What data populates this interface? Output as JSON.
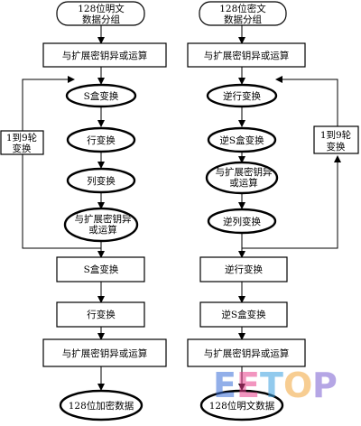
{
  "encrypt": {
    "start": [
      "128位明文",
      "数据分组"
    ],
    "initial_xor": "与扩展密钥异或运算",
    "round_sub": "S盒变换",
    "round_shift": "行变换",
    "round_mix": "列变换",
    "round_xor": [
      "与扩展密钥异",
      "或运算"
    ],
    "loop": [
      "1到9轮",
      "变换"
    ],
    "final_sub": "S盒变换",
    "final_shift": "行变换",
    "final_xor": "与扩展密钥异或运算",
    "end": "128位加密数据"
  },
  "decrypt": {
    "start": [
      "128位密文",
      "数据分组"
    ],
    "initial_xor": "与扩展密钥异或运算",
    "round_shift": "逆行变换",
    "round_sub": "逆S盒变换",
    "round_xor": [
      "与扩展密钥异",
      "或运算"
    ],
    "round_mix": "逆列变换",
    "loop": [
      "1到9轮",
      "变换"
    ],
    "final_shift": "逆行变换",
    "final_sub": "逆S盒变换",
    "final_xor": "与扩展密钥异或运算",
    "end": "128位明文数据"
  },
  "watermark": {
    "logo": "EETOP",
    "colors": [
      "#3a6fd8",
      "#e83f8c",
      "#3aa0e0",
      "#f2a53a",
      "#7a5fd0"
    ]
  }
}
